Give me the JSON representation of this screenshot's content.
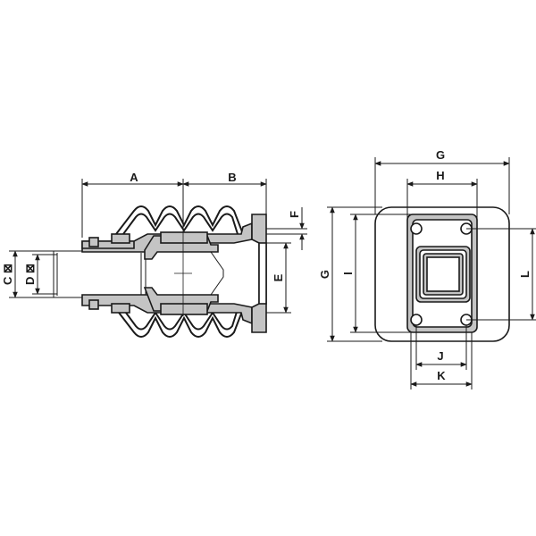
{
  "drawing": {
    "labels": {
      "A": "A",
      "B": "B",
      "C": "C ⊠",
      "D": "D ⊠",
      "E": "E",
      "F": "F",
      "G_top": "G",
      "G_side": "G",
      "H": "H",
      "I": "I",
      "J": "J",
      "K": "K",
      "L": "L"
    },
    "colors": {
      "line": "#1a1a1a",
      "fill": "#c4c4c4",
      "background": "#ffffff"
    }
  }
}
